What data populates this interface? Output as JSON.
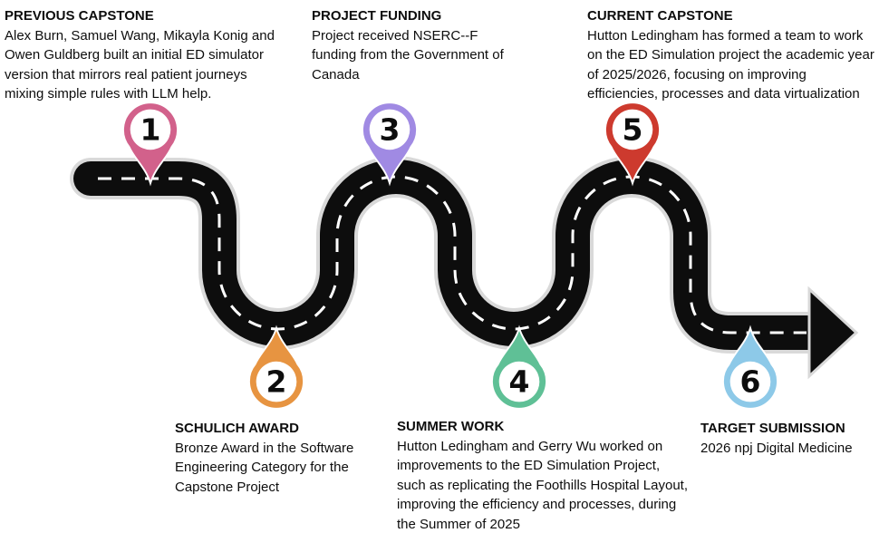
{
  "milestones": [
    {
      "number": "1",
      "title": "PREVIOUS CAPSTONE",
      "body": "Alex Burn, Samuel Wang, Mikayla Konig and Owen Guldberg built an initial ED simulator version that mirrors real patient journeys mixing simple rules with LLM help.",
      "color": "#d2618b"
    },
    {
      "number": "2",
      "title": "SCHULICH AWARD",
      "body": "Bronze Award in the Software Engineering Category for the Capstone Project",
      "color": "#e79441"
    },
    {
      "number": "3",
      "title": "PROJECT FUNDING",
      "body": "Project received NSERC--F funding from the Government of Canada",
      "color": "#a08ae3"
    },
    {
      "number": "4",
      "title": "SUMMER WORK",
      "body": "Hutton Ledingham and Gerry Wu worked on improvements to the ED Simulation Project, such as replicating the Foothills Hospital Layout, improving the efficiency and processes, during the Summer of 2025",
      "color": "#5fc096"
    },
    {
      "number": "5",
      "title": "CURRENT CAPSTONE",
      "body": "Hutton Ledingham has formed a team to work on the ED Simulation project the academic year of 2025/2026, focusing on improving efficiencies, processes and data virtualization",
      "color": "#cd3a2e"
    },
    {
      "number": "6",
      "title": "TARGET SUBMISSION",
      "body": "2026 npj Digital Medicine",
      "color": "#8dc9e8"
    }
  ],
  "road": {
    "color": "#0d0d0d",
    "outline": "#d9d9d9",
    "dash_color": "#ffffff"
  }
}
